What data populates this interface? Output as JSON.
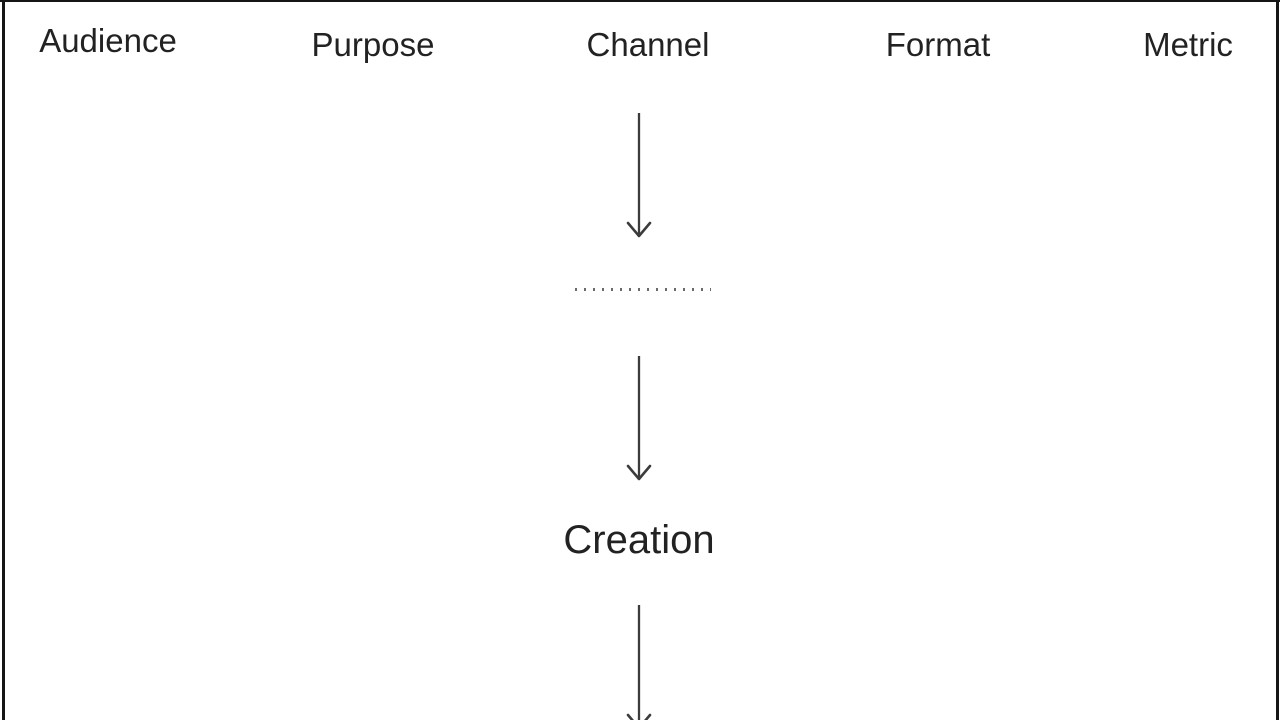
{
  "diagram": {
    "header_labels": [
      {
        "id": "audience",
        "label": "Audience"
      },
      {
        "id": "purpose",
        "label": "Purpose"
      },
      {
        "id": "channel",
        "label": "Channel"
      },
      {
        "id": "format",
        "label": "Format"
      },
      {
        "id": "metric",
        "label": "Metric"
      }
    ],
    "creation_label": "Creation",
    "arrows": [
      {
        "name": "channel-to-divider-arrow",
        "direction": "down"
      },
      {
        "name": "divider-to-creation-arrow",
        "direction": "down"
      },
      {
        "name": "creation-to-next-arrow",
        "direction": "down",
        "clipped_at_bottom": true
      }
    ],
    "divider_style": "dotted",
    "colors": {
      "background": "#ffffff",
      "text": "#222222",
      "arrow_line": "#3c3c3c",
      "frame_border": "#161616",
      "dotted_divider": "#6a6a6a"
    }
  }
}
